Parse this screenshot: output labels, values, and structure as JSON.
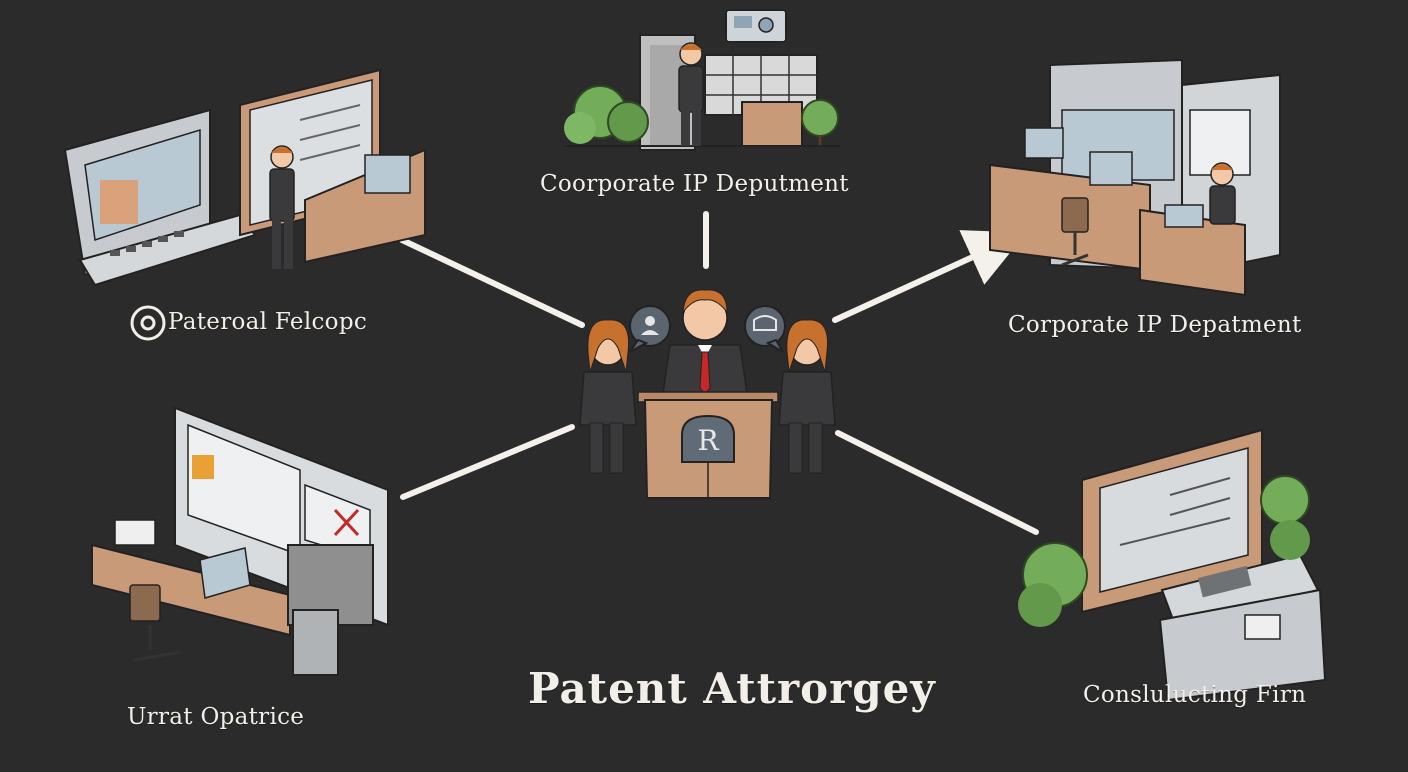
{
  "diagram": {
    "title": "Patent Attrorgey",
    "nodes": [
      {
        "id": "top",
        "label": "Coorporate IP Deputment"
      },
      {
        "id": "top-left",
        "label": "Pateroal Felcopc"
      },
      {
        "id": "right",
        "label": "Corporate IP Depatment"
      },
      {
        "id": "bottom-left",
        "label": "Urrat Opatrice"
      },
      {
        "id": "bottom-right",
        "label": "Conslulucting Firn"
      }
    ],
    "center": {
      "podium_letter": "R"
    },
    "palette": {
      "background": "#2c2b2b",
      "wood": "#c99a78",
      "suit": "#3a3a3c",
      "screen": "#b9c9d3",
      "tree": "#74ad5a",
      "tie": "#c62828",
      "line": "#f4f1ea"
    }
  }
}
